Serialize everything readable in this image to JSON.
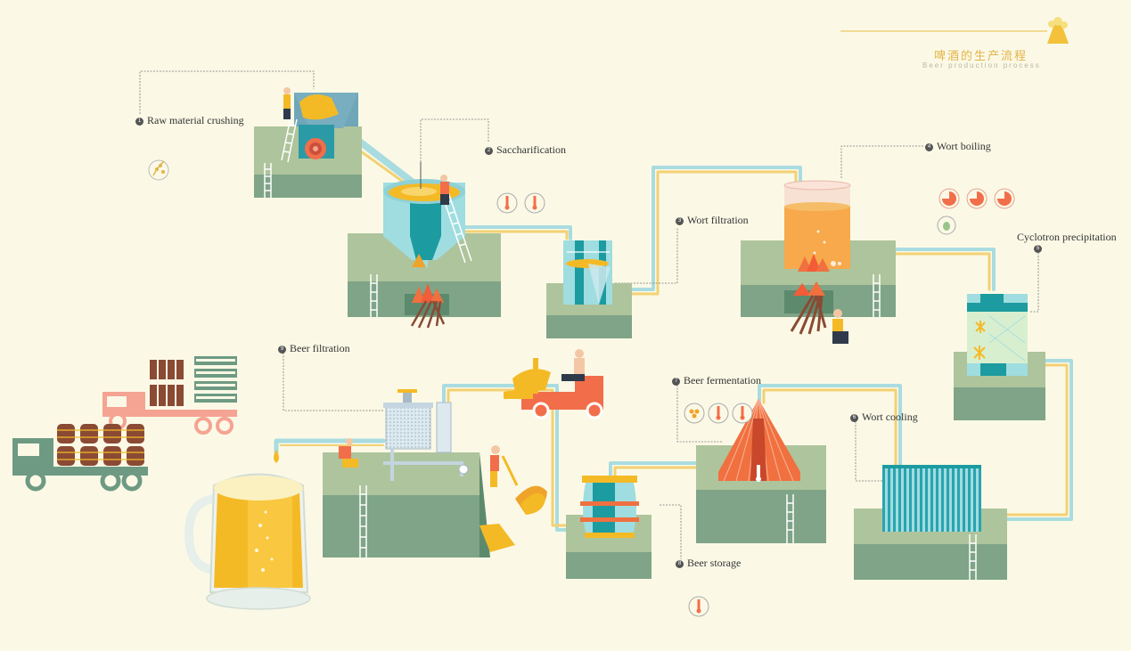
{
  "title": {
    "chinese": "啤酒的生产流程",
    "english": "Beer production process"
  },
  "steps": [
    {
      "number": "1",
      "label": "Raw material crushing"
    },
    {
      "number": "2",
      "label": "Saccharification"
    },
    {
      "number": "3",
      "label": "Wort filtration"
    },
    {
      "number": "4",
      "label": "Wort boiling"
    },
    {
      "number": "5",
      "label": "Cyclotron precipitation"
    },
    {
      "number": "6",
      "label": "Wort cooling"
    },
    {
      "number": "7",
      "label": "Beer fermentation"
    },
    {
      "number": "8",
      "label": "Beer storage"
    },
    {
      "number": "9",
      "label": "Beer filtration"
    }
  ],
  "icons": [
    "wheat-icon",
    "thermometer-icon",
    "timer-icon",
    "hops-icon",
    "yeast-icon"
  ],
  "colors": {
    "background": "#fbf9e6",
    "platform_top": "#aec49c",
    "platform_front": "#7fa487",
    "teal": "#1c9ba0",
    "cyan": "#9fdde0",
    "orange": "#f0703f",
    "beer_yellow": "#f4ba26",
    "pipe_blue": "#a9dce0",
    "pipe_yellow": "#f3d174"
  }
}
